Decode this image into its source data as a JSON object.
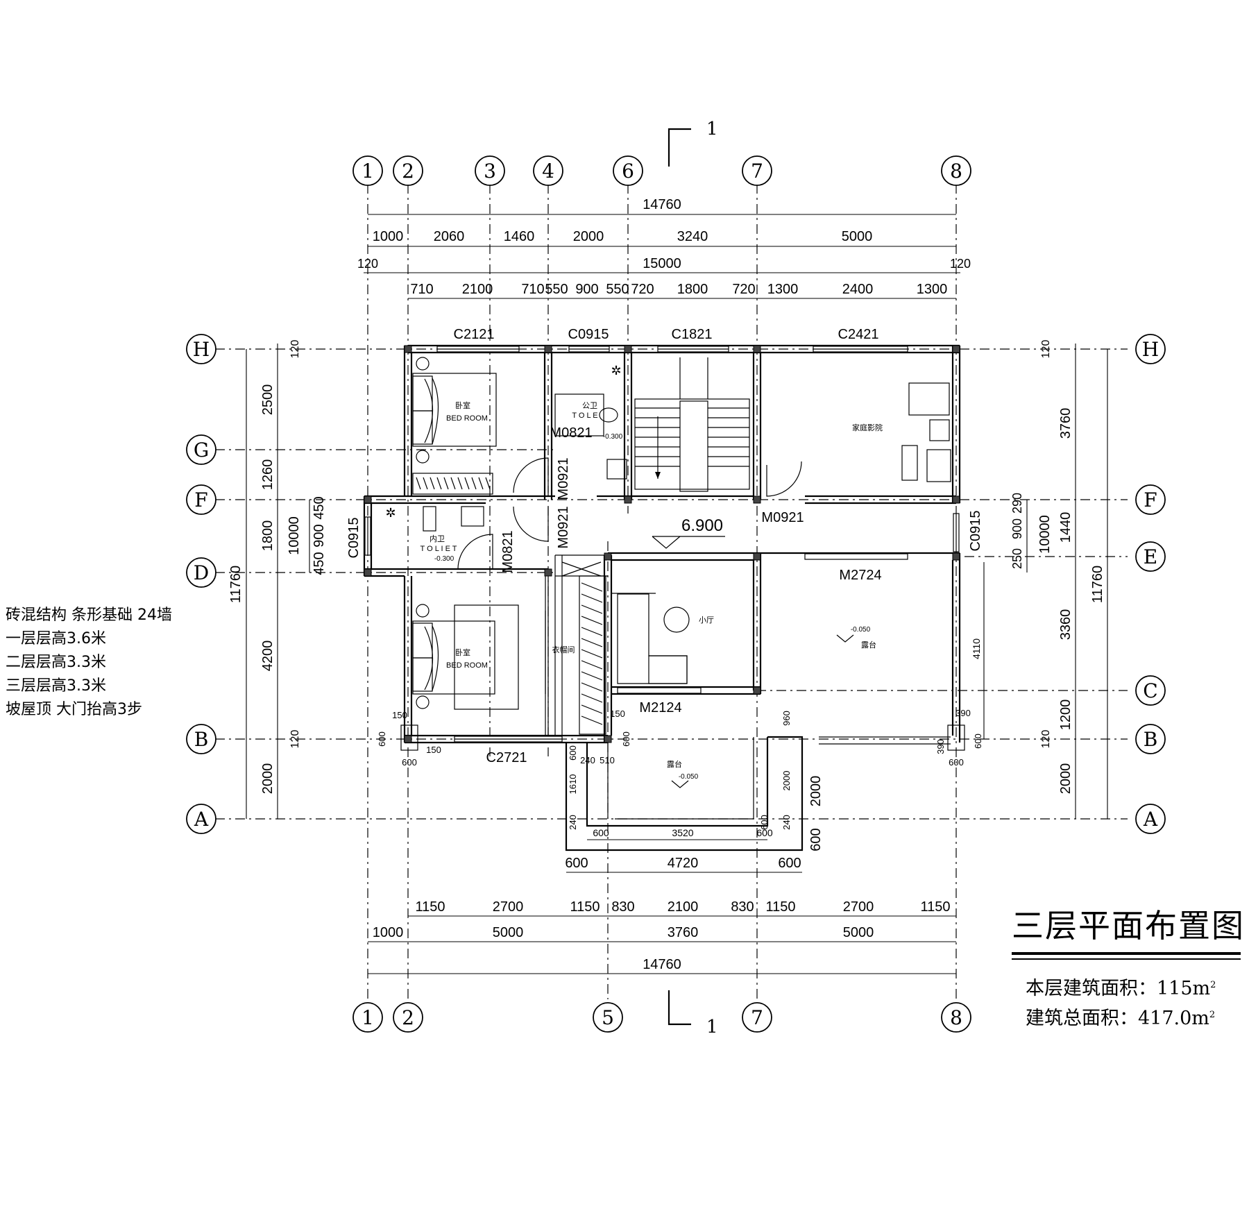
{
  "title": "三层平面布置图",
  "floor_area_label": "本层建筑面积：115m",
  "total_area_label": "建筑总面积：417.0m",
  "area_unit_sup": "2",
  "notes": [
    "砖混结构 条形基础 24墙",
    "一层层高3.6米",
    "二层层高3.3米",
    "三层层高3.3米",
    "坡屋顶 大门抬高3步"
  ],
  "section_mark": "1",
  "axes_top": [
    "1",
    "2",
    "3",
    "4",
    "6",
    "7",
    "8"
  ],
  "axes_bottom": [
    "1",
    "2",
    "5",
    "7",
    "8"
  ],
  "axes_left": [
    "H",
    "G",
    "F",
    "D",
    "B",
    "A"
  ],
  "axes_right": [
    "H",
    "F",
    "E",
    "C",
    "B",
    "A"
  ],
  "dims_top": {
    "total": "14760",
    "row2": [
      "1000",
      "2060",
      "1460",
      "2000",
      "3240",
      "5000"
    ],
    "row3": [
      "120",
      "15000",
      "120"
    ],
    "row4": [
      "710",
      "2100",
      "710",
      "550",
      "900",
      "550",
      "720",
      "1800",
      "720",
      "1300",
      "2400",
      "1300"
    ]
  },
  "dims_bottom": {
    "row1": [
      "1150",
      "2700",
      "1150",
      "830",
      "2100",
      "830",
      "1150",
      "2700",
      "1150"
    ],
    "row2": [
      "1000",
      "5000",
      "3760",
      "5000"
    ],
    "total": "14760",
    "balcony": [
      "600",
      "3520",
      "600"
    ],
    "balcony2": [
      "600",
      "4720",
      "600"
    ]
  },
  "dims_left": {
    "outer": "11760",
    "segs": [
      "120",
      "2500",
      "1260",
      "1800",
      "4200",
      "120",
      "2000"
    ],
    "inner": [
      "10000",
      "450",
      "900",
      "450"
    ]
  },
  "dims_right": {
    "outer": "11760",
    "segs": [
      "120",
      "3760",
      "1440",
      "3360",
      "1200",
      "120",
      "2000"
    ],
    "inner": [
      "10000",
      "250",
      "900",
      "290",
      "4110"
    ]
  },
  "misc_dims": [
    "150",
    "600",
    "150",
    "600",
    "600",
    "150",
    "240",
    "510",
    "1610",
    "240",
    "600",
    "960",
    "2000",
    "2000",
    "240",
    "600",
    "600",
    "390",
    "390",
    "600",
    "600"
  ],
  "windows": [
    "C2121",
    "C0915",
    "C1821",
    "C2421",
    "C0915",
    "C0915",
    "C2721"
  ],
  "doors": [
    "M0821",
    "M0921",
    "M0921",
    "M0821",
    "M0921",
    "M2724",
    "M2124"
  ],
  "rooms": {
    "bedroom1_cn": "卧室",
    "bedroom1_en": "BED   ROOM",
    "bedroom2_cn": "卧室",
    "bedroom2_en": "BED   ROOM",
    "public_wc_cn": "公卫",
    "public_wc_en": "T O L E",
    "inner_wc_cn": "内卫",
    "inner_wc_en": "T O L I E T",
    "wc_level1": "-0.300",
    "wc_level2": "-0.300",
    "theater": "家庭影院",
    "small_hall": "小厅",
    "closet": "衣帽间",
    "terrace1": "露台",
    "terrace1_level": "-0.050",
    "terrace2": "露台",
    "terrace2_level": "-0.050",
    "floor_level": "6.900"
  }
}
